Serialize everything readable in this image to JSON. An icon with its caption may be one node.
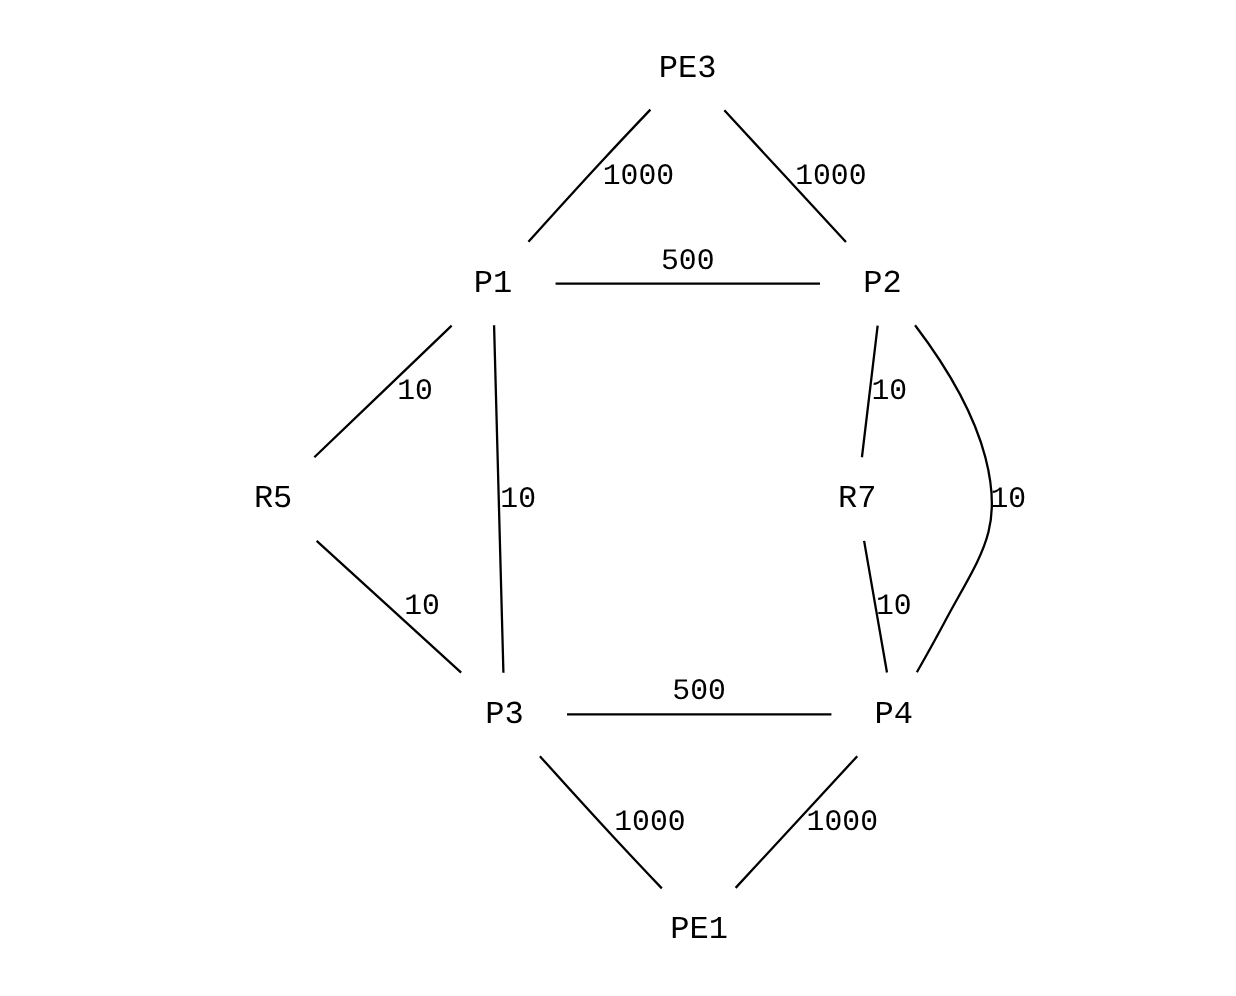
{
  "diagram": {
    "nodes": [
      {
        "text": [
          "PE3"
        ]
      },
      {
        "text": [
          "P1"
        ]
      },
      {
        "text": [
          "P2"
        ]
      },
      {
        "text": [
          "R5"
        ]
      },
      {
        "text": [
          "R7"
        ]
      },
      {
        "text": [
          "P3"
        ]
      },
      {
        "text": [
          "P4"
        ]
      },
      {
        "text": [
          "PE1"
        ]
      }
    ],
    "edges": [
      {
        "from": 0,
        "to": 1,
        "arrow": "none",
        "label": "1000"
      },
      {
        "from": 0,
        "to": 2,
        "arrow": "none",
        "label": "1000"
      },
      {
        "from": 1,
        "to": 2,
        "arrow": "none",
        "label": "500"
      },
      {
        "from": 1,
        "to": 3,
        "arrow": "none",
        "label": "10"
      },
      {
        "from": 1,
        "to": 5,
        "arrow": "none",
        "label": "10"
      },
      {
        "from": 2,
        "to": 6,
        "arrow": "none",
        "label": "10"
      },
      {
        "from": 2,
        "to": 4,
        "arrow": "none",
        "label": "10"
      },
      {
        "from": 3,
        "to": 5,
        "arrow": "none",
        "label": "10"
      },
      {
        "from": 4,
        "to": 6,
        "arrow": "none",
        "label": "10"
      },
      {
        "from": 5,
        "to": 6,
        "arrow": "none",
        "label": "500"
      },
      {
        "from": 5,
        "to": 7,
        "arrow": "none",
        "label": "1000"
      },
      {
        "from": 6,
        "to": 7,
        "arrow": "none",
        "label": "1000"
      }
    ]
  }
}
